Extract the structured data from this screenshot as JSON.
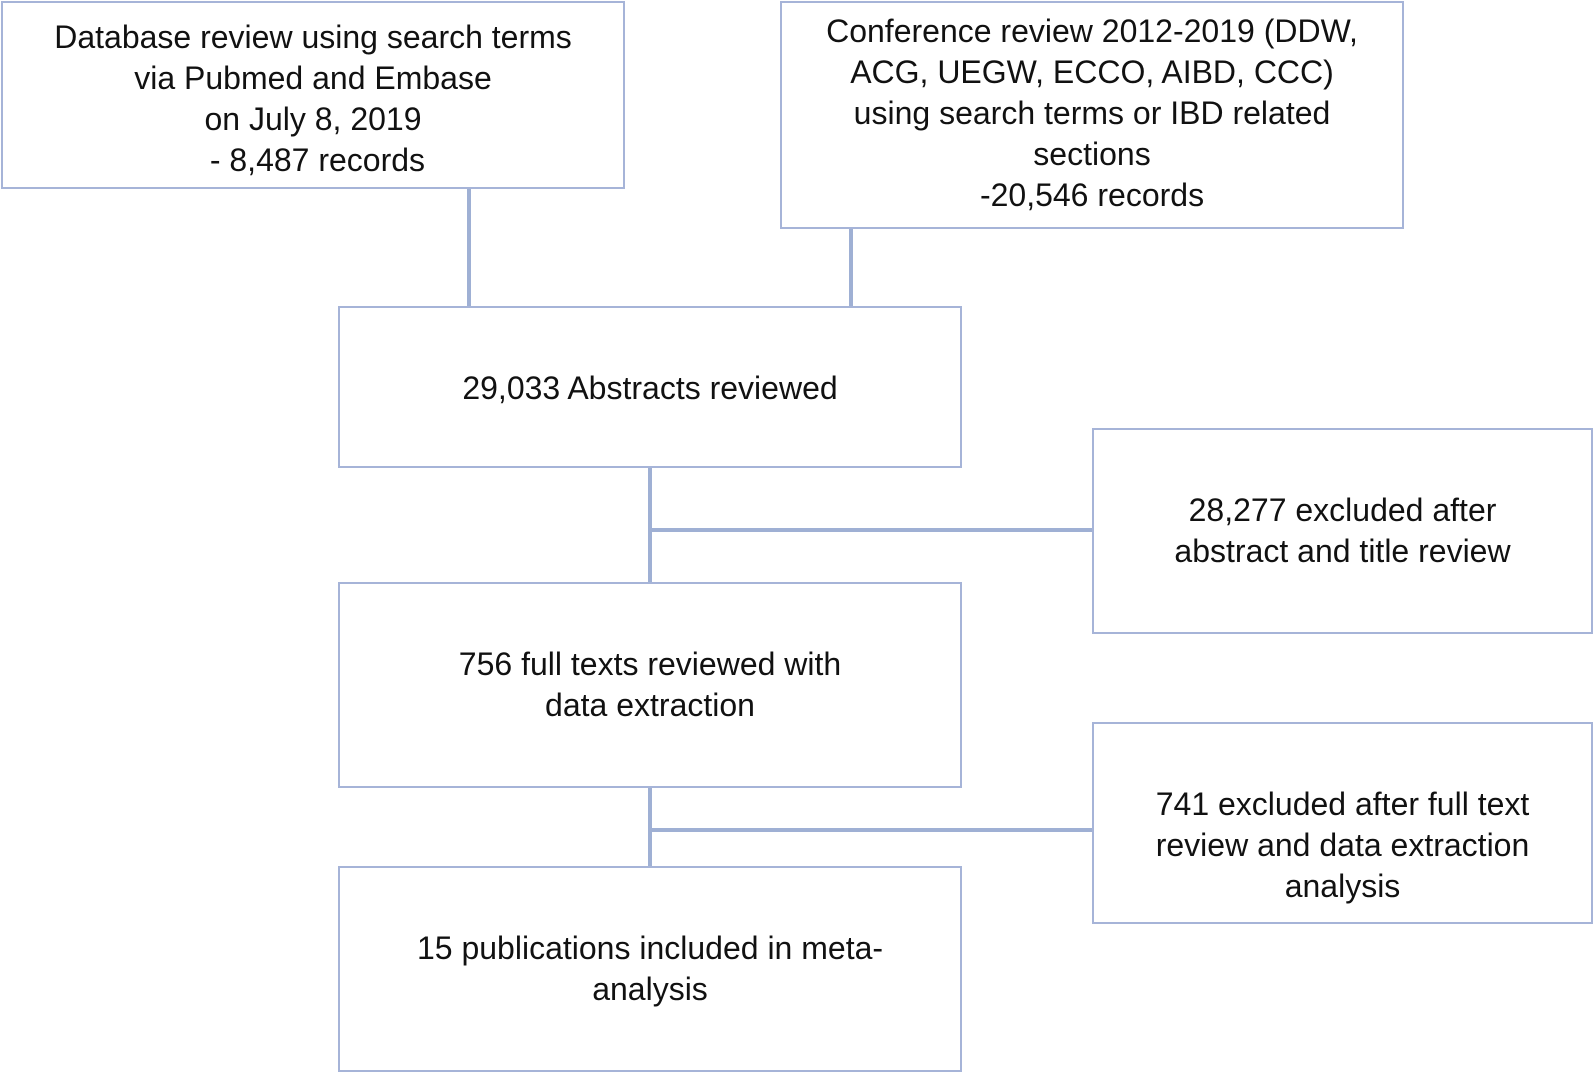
{
  "flowchart": {
    "database_review": {
      "lines": [
        "Database review using search terms",
        "via Pubmed and Embase",
        "on July 8, 2019",
        " - 8,487 records"
      ]
    },
    "conference_review": {
      "lines": [
        "Conference review 2012-2019 (DDW,",
        "ACG, UEGW, ECCO, AIBD, CCC)",
        "using search terms or IBD related",
        "sections",
        "-20,546 records"
      ]
    },
    "abstracts_reviewed": {
      "lines": [
        "29,033 Abstracts reviewed"
      ]
    },
    "excluded_after_abstract": {
      "lines": [
        "28,277 excluded after",
        "abstract and title review"
      ]
    },
    "full_texts_reviewed": {
      "lines": [
        "756 full texts reviewed with",
        "data extraction"
      ]
    },
    "excluded_after_full_text": {
      "lines": [
        "741 excluded after full text",
        "review and data extraction",
        "analysis"
      ]
    },
    "included": {
      "lines": [
        "15 publications included in meta-",
        "analysis"
      ]
    }
  },
  "colors": {
    "box_border": "#a6b4d8",
    "connector": "#9fb0d4",
    "text": "#111111",
    "background": "#ffffff"
  }
}
